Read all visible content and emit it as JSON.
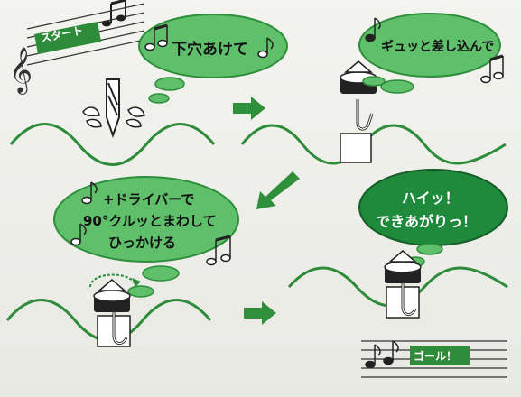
{
  "start_label": "スタート",
  "goal_label": "ゴール！",
  "steps": [
    {
      "text": "下穴あけて"
    },
    {
      "text": "ギュッと差し込んで"
    },
    {
      "lines": [
        "+ドライバーで",
        "90°クルッとまわして",
        "ひっかける"
      ]
    },
    {
      "lines": [
        "ハイッ！",
        "できあがりっ！"
      ]
    }
  ],
  "colors": {
    "wave": "#2e8b3a",
    "bubble_fill": "#5fbf6a",
    "bubble_dark": "#1f8a3c",
    "arrow": "#2f8f3a",
    "bg": "#ecece7"
  }
}
